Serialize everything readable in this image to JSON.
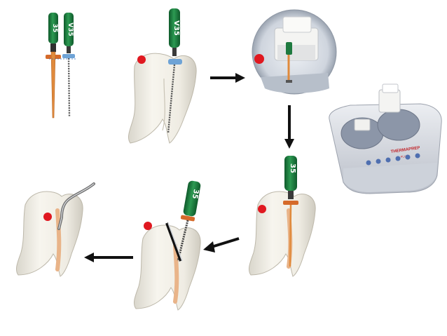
{
  "diagram": {
    "instrument_labels": {
      "file_a": "35",
      "file_b": "V35",
      "file_in_tooth": "V35",
      "obturator_step4": "35",
      "obturator_step5": "35"
    },
    "device_brand": "THERMAPREP",
    "device_model": "PLUS",
    "colors": {
      "file_handle": "#1f7a3f",
      "obturator_carrier": "#e08a3c",
      "gutta_percha": "#e9b489",
      "marker_dot": "#e01820",
      "stopper_orange": "#d56a2a",
      "stopper_blue": "#6ea3d6",
      "arrow": "#111111",
      "tooth_enamel": "#f2efe6"
    }
  }
}
